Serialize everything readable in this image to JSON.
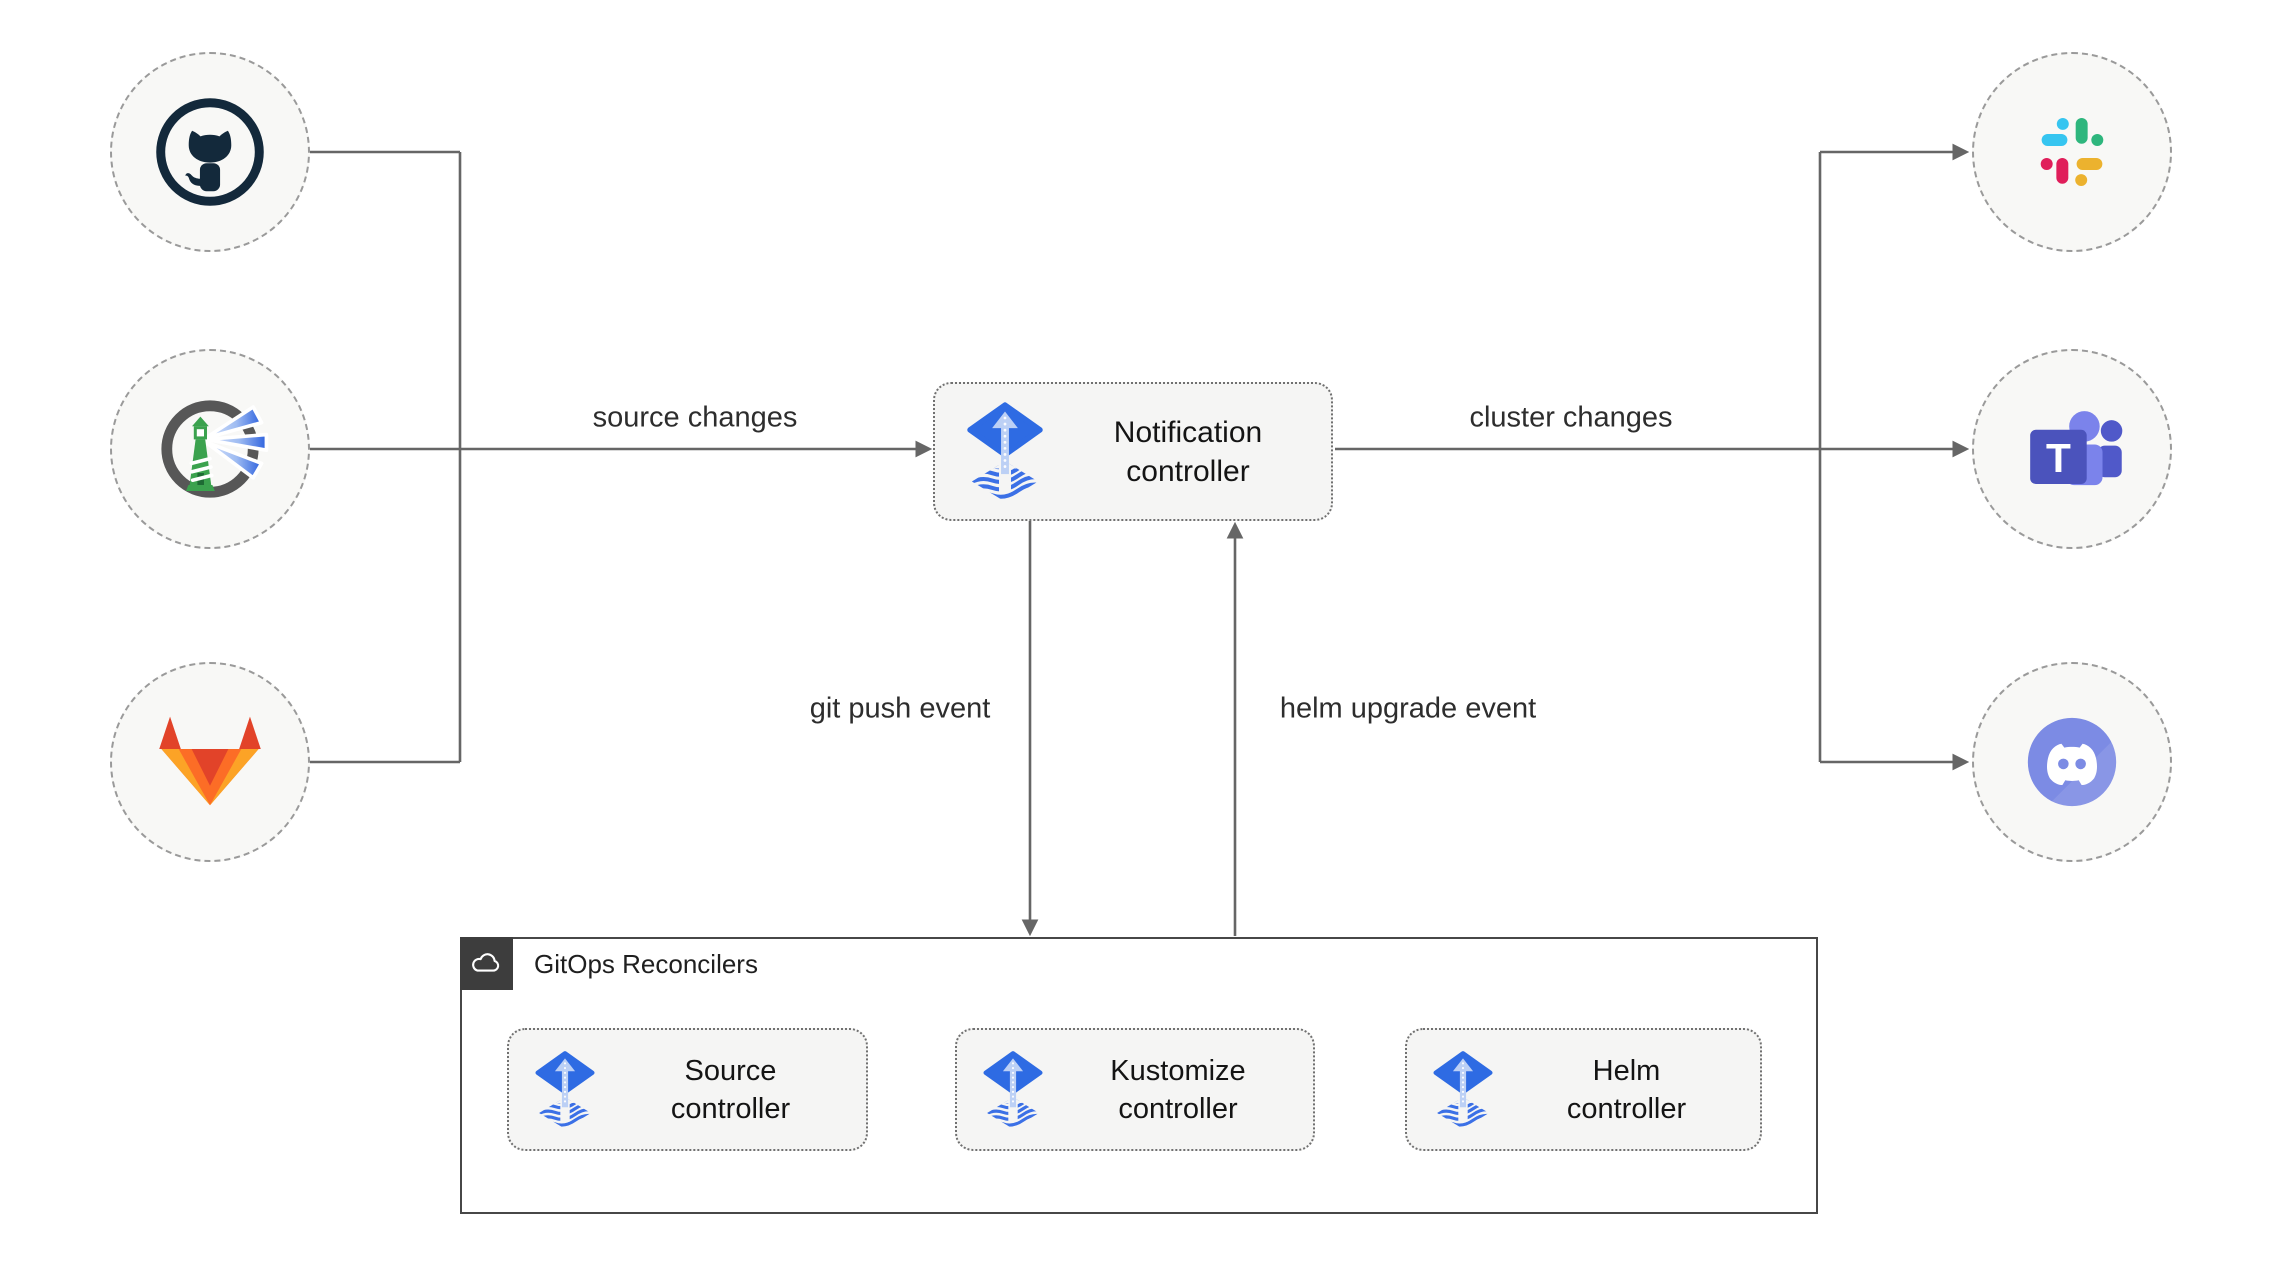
{
  "diagram": {
    "nodes": {
      "notification": {
        "label": "Notification\ncontroller",
        "icon": "flux-icon"
      },
      "source": {
        "label": "Source\ncontroller",
        "icon": "flux-icon"
      },
      "kustomize": {
        "label": "Kustomize\ncontroller",
        "icon": "flux-icon"
      },
      "helm": {
        "label": "Helm\ncontroller",
        "icon": "flux-icon"
      }
    },
    "group": {
      "label": "GitOps Reconcilers",
      "icon": "cloud-icon"
    },
    "edges": {
      "source_changes": {
        "label": "source changes"
      },
      "cluster_changes": {
        "label": "cluster changes"
      },
      "git_push": {
        "label": "git push event"
      },
      "helm_upgrade": {
        "label": "helm upgrade event"
      }
    },
    "integrations": {
      "sources": [
        {
          "icon": "github-icon"
        },
        {
          "icon": "harbor-icon"
        },
        {
          "icon": "gitlab-icon"
        }
      ],
      "targets": [
        {
          "icon": "slack-icon"
        },
        {
          "icon": "teams-icon"
        },
        {
          "icon": "discord-icon"
        }
      ]
    },
    "icons": {
      "teams_letter": "T"
    },
    "colors": {
      "line": "#666666",
      "node_fill": "#f5f5f4",
      "circle_fill": "#f8f8f6",
      "group_border": "#474747",
      "header_dark": "#3d3d3d",
      "flux_blue": "#2e6be3",
      "flux_light": "#bcd0f5",
      "github_dark": "#13293b",
      "harbor_green": "#3ba24e",
      "gitlab_red": "#e24329",
      "gitlab_orange": "#fc6d26",
      "gitlab_yellow": "#fca326",
      "slack_blue": "#36c5f0",
      "slack_green": "#2eb67d",
      "slack_pink": "#e01e5a",
      "slack_yellow": "#ecb22e",
      "teams_purple": "#4b53bc",
      "teams_light": "#7b83eb",
      "discord_blurple": "#7c8be4"
    }
  }
}
